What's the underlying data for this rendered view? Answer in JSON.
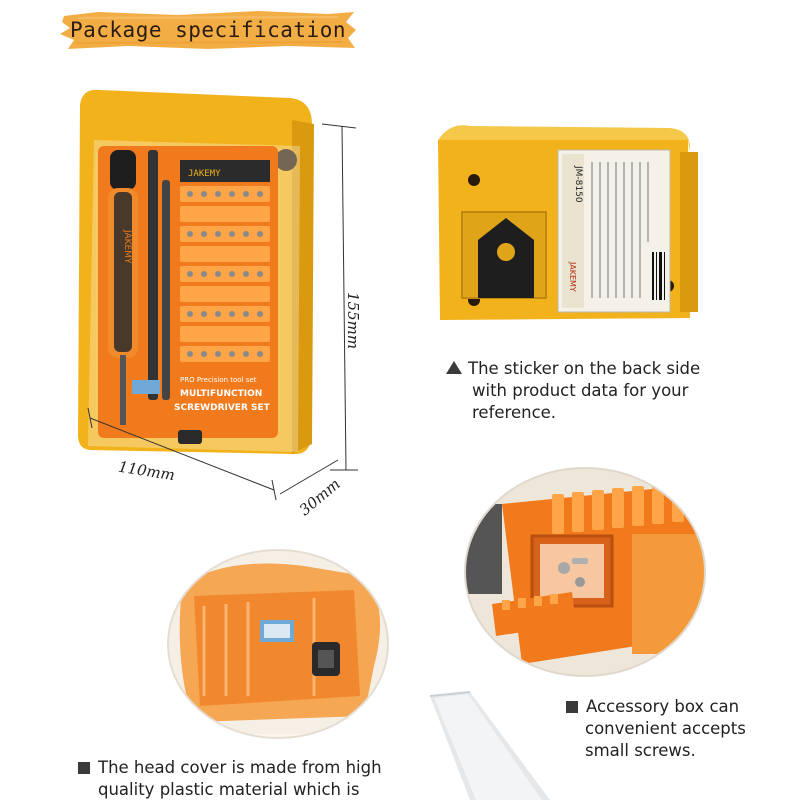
{
  "title": "Package specification",
  "dimensions": {
    "height": "155mm",
    "width": "110mm",
    "depth": "30mm"
  },
  "brand": "JAKEMY",
  "model": "JM-8150",
  "case_text": {
    "line1": "MULTIFUNCTION",
    "line2": "SCREWDRIVER SET",
    "pro": "PRO Precision tool set"
  },
  "captions": {
    "sticker": {
      "lines": [
        "The sticker on the back side",
        "with product data for your",
        "reference."
      ]
    },
    "accessory": {
      "lines": [
        "Accessory box can",
        "convenient accepts",
        "small screws."
      ]
    },
    "cover": {
      "lines": [
        "The head cover is made from high",
        "quality plastic material which is"
      ]
    }
  },
  "colors": {
    "orange": "#f07a1c",
    "yellow": "#f2b21c",
    "banner": "#f3ad45"
  }
}
